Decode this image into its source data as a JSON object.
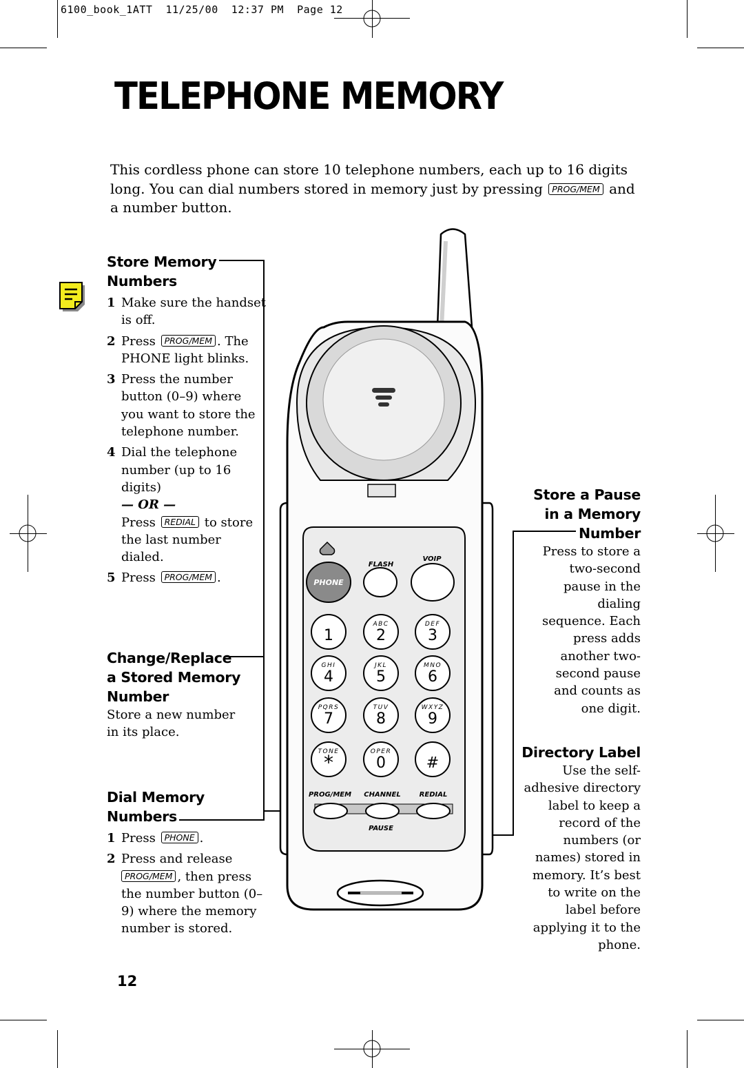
{
  "slug": "6100_book_1ATT  11/25/00  12:37 PM  Page 12",
  "title": "TELEPHONE MEMORY",
  "intro": {
    "text1": "This cordless phone can store 10 telephone numbers, each up to 16 digits long. You can dial numbers stored in memory just by pressing",
    "key": "PROG/MEM",
    "text2": "and a number button."
  },
  "store": {
    "heading1": "Store Memory",
    "heading2": "Numbers",
    "steps": [
      {
        "num": "1",
        "text": "Make sure the handset is off."
      },
      {
        "num": "2",
        "pre": "Press",
        "key": "PROG/MEM",
        "post": ". The PHONE light blinks."
      },
      {
        "num": "3",
        "text": "Press the number button (0–9) where you want to store the telephone number."
      },
      {
        "num": "4",
        "text": "Dial the telephone number (up to 16 digits)"
      }
    ],
    "or": "— OR —",
    "or_pre": "Press",
    "or_key": "REDIAL",
    "or_post": "to store the last number dialed.",
    "step5_num": "5",
    "step5_pre": "Press",
    "step5_key": "PROG/MEM",
    "step5_post": "."
  },
  "change": {
    "heading1": "Change/Replace",
    "heading2": "a Stored Memory",
    "heading3": "Number",
    "text": "Store a new number in its place."
  },
  "dial": {
    "heading1": "Dial Memory",
    "heading2": "Numbers",
    "s1_num": "1",
    "s1_pre": "Press",
    "s1_key": "PHONE",
    "s1_post": ".",
    "s2_num": "2",
    "s2_pre": "Press and release",
    "s2_key": "PROG/MEM",
    "s2_post": ", then press the number button (0–9) where the memory number is stored."
  },
  "pause": {
    "heading1": "Store a Pause",
    "heading2": "in a Memory",
    "heading3": "Number",
    "text": "Press to store a two-second pause in the dialing sequence. Each press adds another two-second pause and counts as one digit."
  },
  "directory": {
    "heading": "Directory Label",
    "text": "Use the self-adhesive directory label to keep a record of the numbers (or names) stored in memory. It’s best to write on the label before applying it to the phone."
  },
  "phone": {
    "flash": "FLASH",
    "voip": "VOIP",
    "phone_btn": "PHONE",
    "prog": "PROG/MEM",
    "channel": "CHANNEL",
    "redial": "REDIAL",
    "pause": "PAUSE",
    "keys": [
      {
        "d": "1",
        "l": ""
      },
      {
        "d": "2",
        "l": "ABC"
      },
      {
        "d": "3",
        "l": "DEF"
      },
      {
        "d": "4",
        "l": "GHI"
      },
      {
        "d": "5",
        "l": "JKL"
      },
      {
        "d": "6",
        "l": "MNO"
      },
      {
        "d": "7",
        "l": "PQRS"
      },
      {
        "d": "8",
        "l": "TUV"
      },
      {
        "d": "9",
        "l": "WXYZ"
      },
      {
        "d": "*",
        "l": "TONE"
      },
      {
        "d": "0",
        "l": "OPER"
      },
      {
        "d": "#",
        "l": ""
      }
    ]
  },
  "page_number": "12"
}
